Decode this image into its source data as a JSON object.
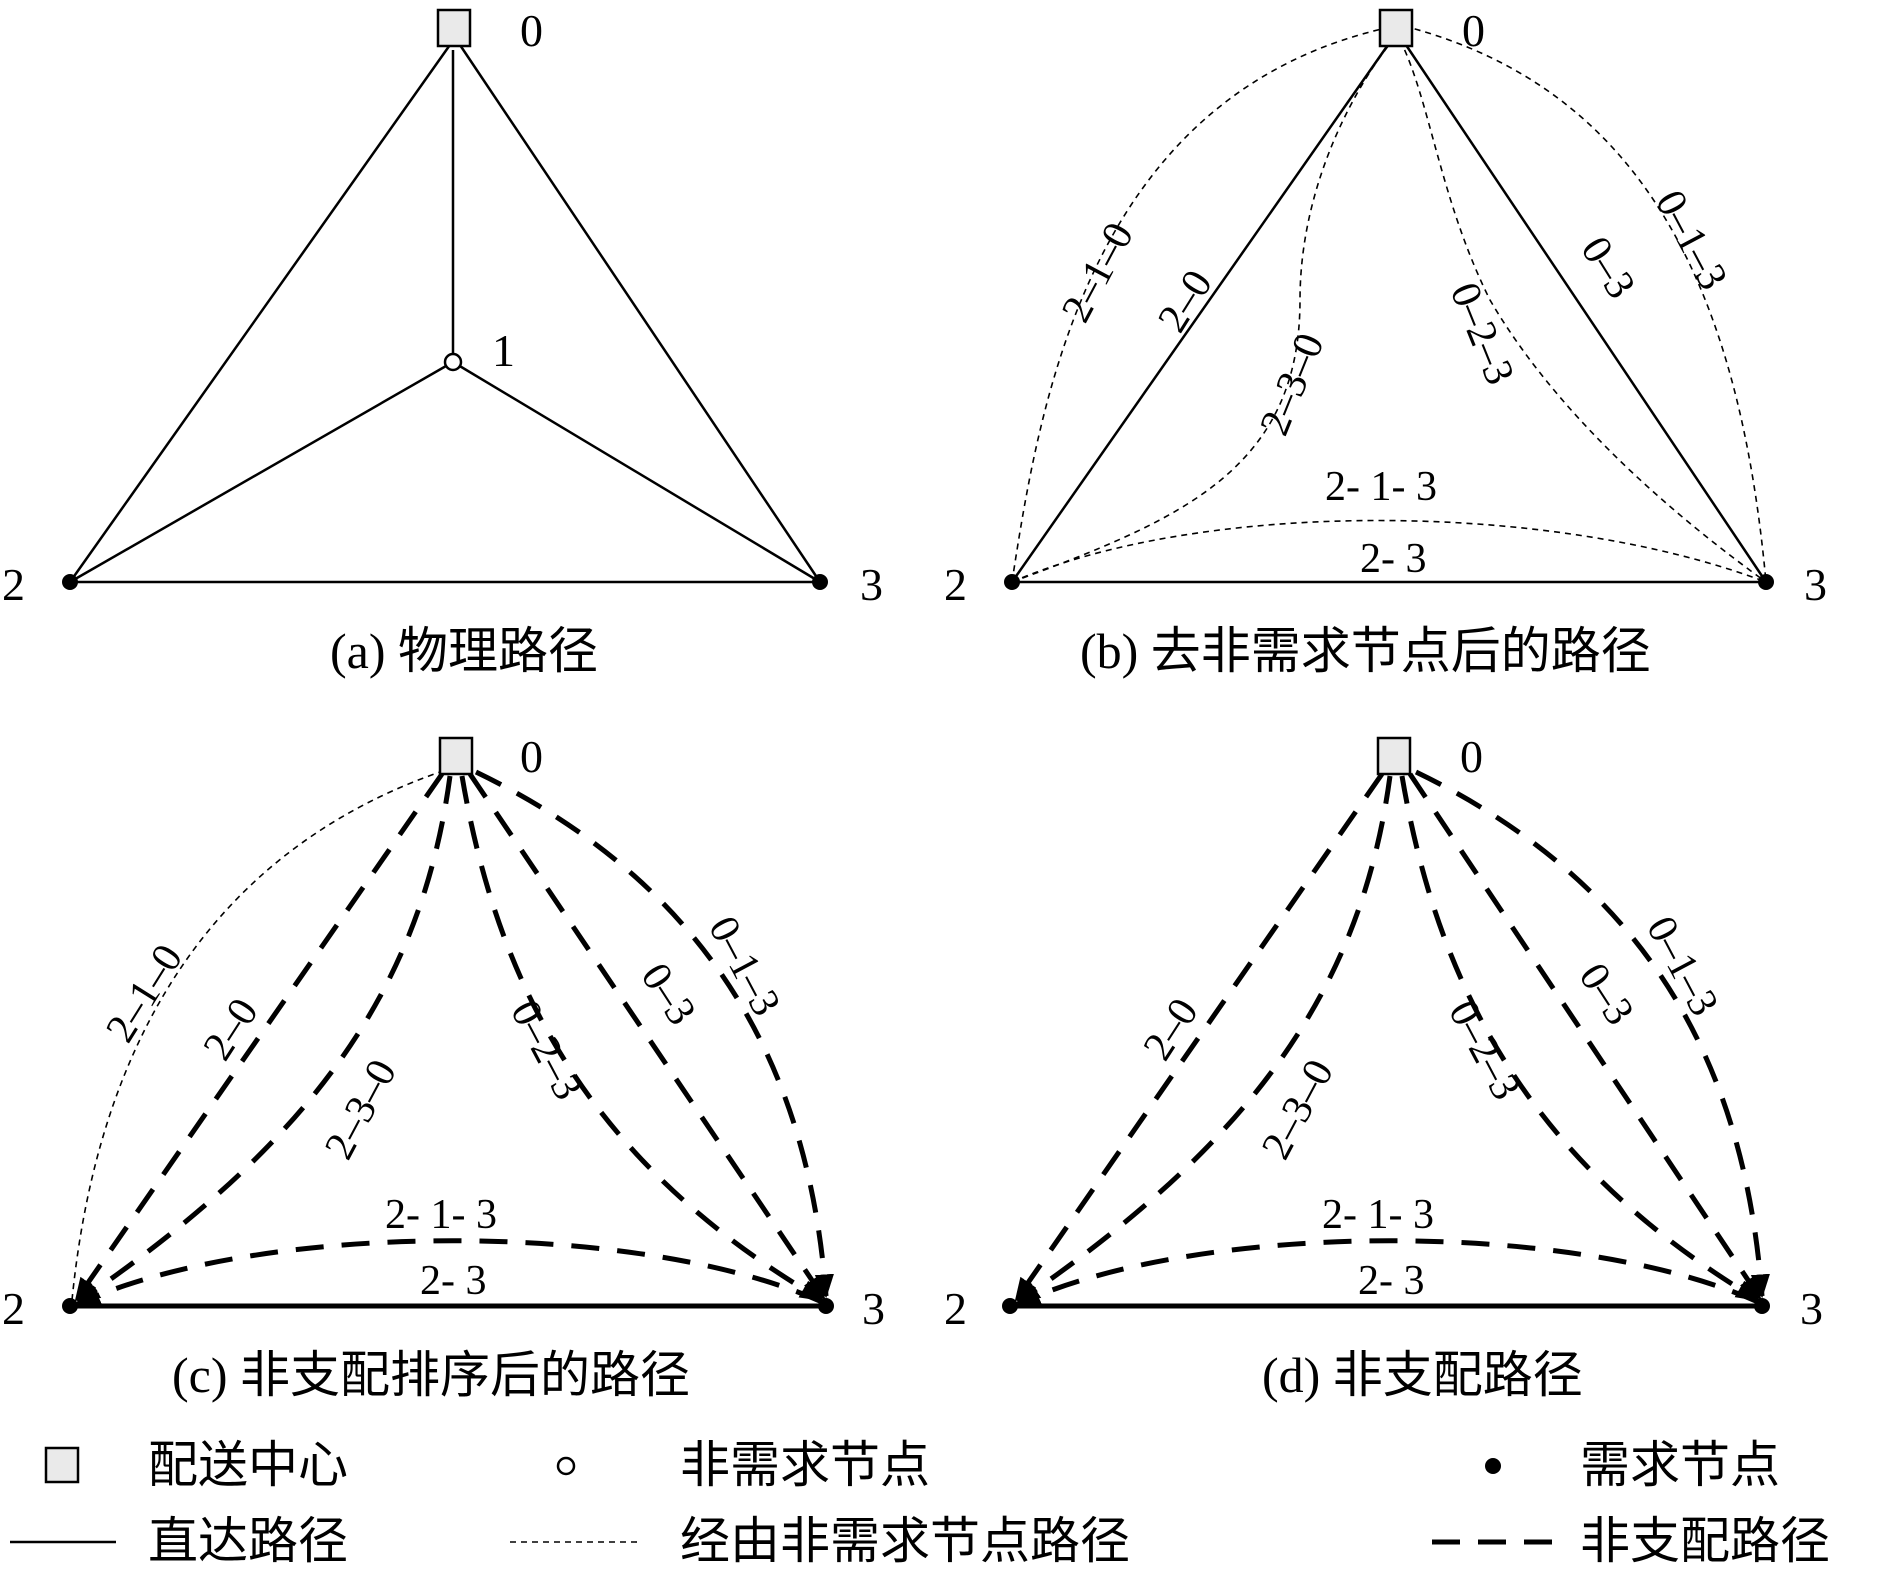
{
  "nodes": {
    "n0": "0",
    "n1": "1",
    "n2": "2",
    "n3": "3"
  },
  "path_labels": {
    "p210": "2–1–0",
    "p20": "2–0",
    "p230": "2–3–0",
    "p023": "0–2–3",
    "p03": "0–3",
    "p013": "0–1–3",
    "p213": "2- 1- 3",
    "p23": "2- 3"
  },
  "captions": {
    "a": "(a) 物理路径",
    "b": "(b) 去非需求节点后的路径",
    "c": "(c) 非支配排序后的路径",
    "d": "(d) 非支配路径"
  },
  "legend": {
    "distribution_center": "配送中心",
    "non_demand_node": "非需求节点",
    "demand_node": "需求节点",
    "direct_path": "直达路径",
    "via_non_demand_path": "经由非需求节点路径",
    "non_dominated_path": "非支配路径"
  }
}
